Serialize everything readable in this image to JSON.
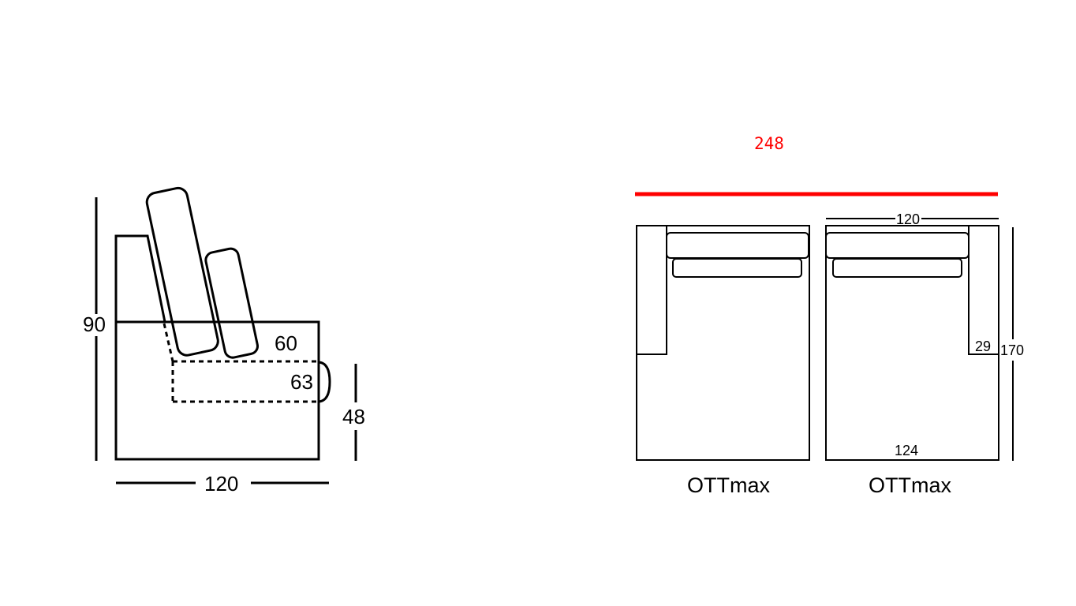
{
  "colors": {
    "line": "#000000",
    "accent": "#ff0000",
    "background": "#ffffff"
  },
  "side_view": {
    "height_label": "90",
    "back_depth_label": "60",
    "bed_label": "63",
    "seat_height_label": "48",
    "width_label": "120"
  },
  "top_view": {
    "total_width_label": "248",
    "module_width_label": "120",
    "armrest_label": "29",
    "depth_label": "170",
    "inner_width_label": "124",
    "modules": [
      {
        "name": "OTTmax"
      },
      {
        "name": "OTTmax"
      }
    ]
  }
}
